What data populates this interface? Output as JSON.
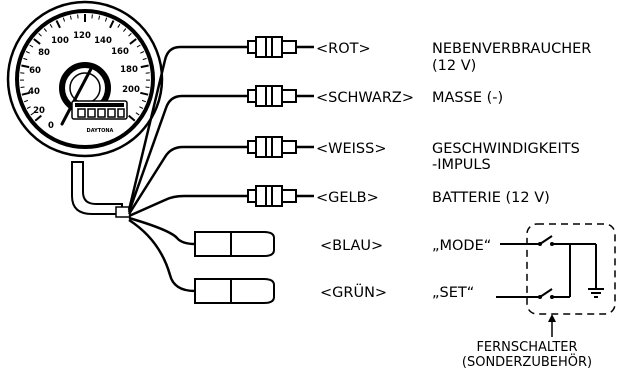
{
  "gauge": {
    "scale": [
      "0",
      "20",
      "40",
      "60",
      "80",
      "100",
      "120",
      "140",
      "160",
      "180",
      "200"
    ],
    "brand": "DAYTONA"
  },
  "wires": [
    {
      "color_label": "<ROT>",
      "function": [
        "NEBENVERBRAUCHER",
        "(12 V)"
      ]
    },
    {
      "color_label": "<SCHWARZ>",
      "function": [
        "MASSE (-)"
      ]
    },
    {
      "color_label": "<WEISS>",
      "function": [
        "GESCHWINDIGKEITS",
        "-IMPULS"
      ]
    },
    {
      "color_label": "<GELB>",
      "function": [
        "BATTERIE (12 V)"
      ]
    },
    {
      "color_label": "<BLAU>",
      "function": [
        "„MODE“"
      ]
    },
    {
      "color_label": "<GRÜN>",
      "function": [
        "„SET“"
      ]
    }
  ],
  "remote_switch": {
    "label": [
      "FERNSCHALTER",
      "(SONDERZUBEHÖR)"
    ]
  }
}
